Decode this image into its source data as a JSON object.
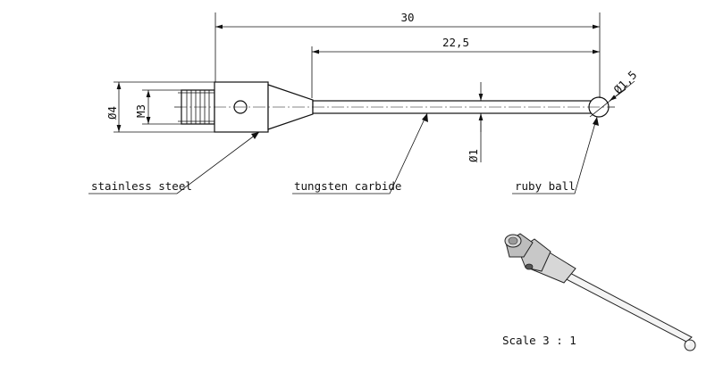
{
  "dimensions": {
    "overall_length": "30",
    "stylus_length": "22,5",
    "ball_diameter": "Ø1,5",
    "stem_diameter": "Ø1",
    "body_diameter": "Ø4",
    "thread": "M3"
  },
  "labels": {
    "body_material": "stainless steel",
    "stem_material": "tungsten carbide",
    "tip_material": "ruby ball"
  },
  "scale": "Scale 3 : 1"
}
